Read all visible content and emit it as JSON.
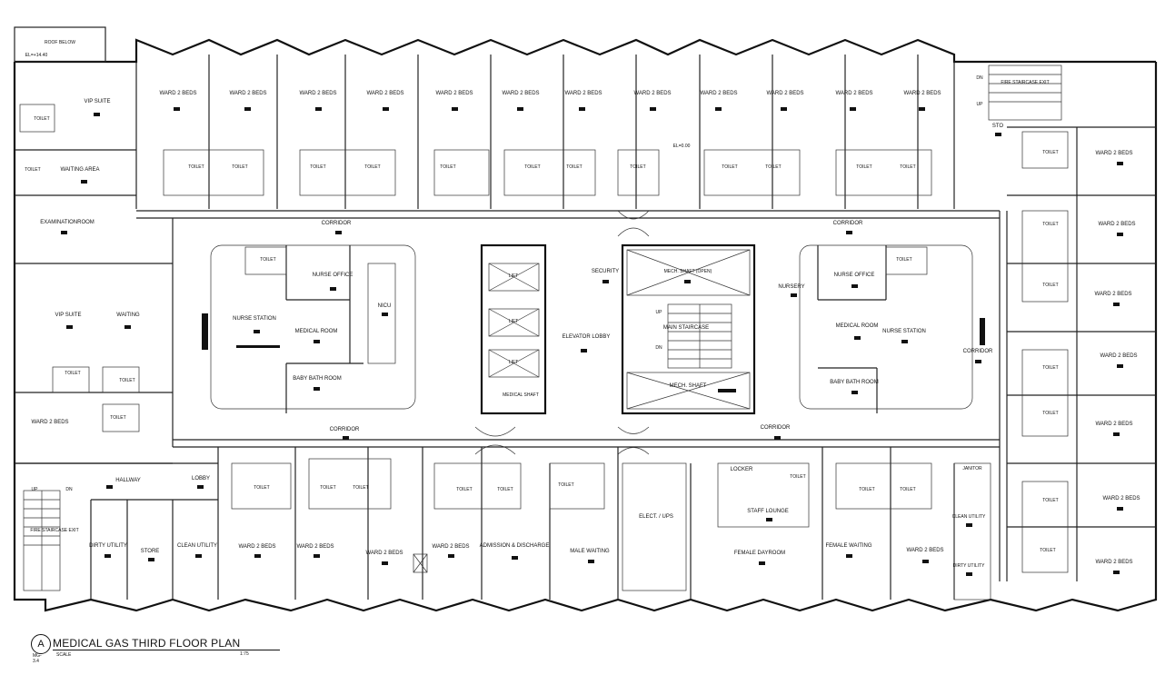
{
  "title": {
    "marker": "A",
    "text": "MEDICAL GAS THIRD FLOOR PLAN",
    "sheet": "MG-3.4",
    "scale_label": "SCALE",
    "scale_value": "1:75"
  },
  "rooms": {
    "roof_below": "ROOF BELOW",
    "roof_el": "EL=+14.40",
    "vip_suite_top": "VIP SUITE",
    "toilet_vip1": "TOILET",
    "toilet_vip2": "TOILET",
    "waiting_area": "WAITING AREA",
    "exam_room": "EXAMINATIONROOM",
    "vip_suite_mid": "VIP SUITE",
    "waiting_left": "WAITING",
    "toilet_l1": "TOILET",
    "toilet_l2": "TOILET",
    "toilet_l3": "TOILET",
    "ward_left": "WARD 2 BEDS",
    "hallway": "HALLWAY",
    "lobby": "LOBBY",
    "fire_stair_left": "FIRE STAIRCASE EXIT",
    "dirty_utility_left": "DIRTY UTILITY",
    "store": "STORE",
    "clean_utility_left": "CLEAN UTILITY",
    "corridor_top_left": "CORRIDOR",
    "corridor_top_right": "CORRIDOR",
    "corridor_bottom_left": "CORRIDOR",
    "corridor_bottom_right": "CORRIDOR",
    "corridor_right": "CORRIDOR",
    "nurse_station_left": "NURSE STATION",
    "nurse_office_left": "NURSE OFFICE",
    "toilet_ns_left": "TOILET",
    "medical_room_left": "MEDICAL ROOM",
    "nicu": "NICU",
    "baby_bath_left": "BABY BATH ROOM",
    "elevator_lobby": "ELEVATOR LOBBY",
    "security": "SECURITY",
    "mech_shaft_top": "MECH. SHAFT (OPEN)",
    "main_staircase": "MAIN STAIRCASE",
    "mech_shaft_bottom": "MECH. SHAFT",
    "medical_shaft": "MEDICAL SHAFT",
    "nursery": "NURSERY",
    "nurse_office_right": "NURSE OFFICE",
    "toilet_ns_right": "TOILET",
    "medical_room_right": "MEDICAL ROOM",
    "nurse_station_right": "NURSE STATION",
    "baby_bath_right": "BABY BATH ROOM",
    "fire_stair_right": "FIRE STAIRCASE EXIT",
    "sto": "STO",
    "admission": "ADMISSION & DISCHARGE",
    "male_waiting": "MALE WAITING",
    "toilet_male": "TOILET",
    "elect_ups": "ELECT. / UPS",
    "locker": "LOCKER",
    "toilet_staff": "TOILET",
    "staff_lounge": "STAFF LOUNGE",
    "female_dayroom": "FEMALE DAYROOM",
    "female_waiting": "FEMALE WAITING",
    "janitor": "JANITOR",
    "clean_utility_right": "CLEAN UTILITY",
    "dirty_utility_right": "DIRTY UTILITY",
    "ward_label": "WARD 2 BEDS",
    "toilet_label": "TOILET",
    "lift_label": "LIFT",
    "el_mark": "EL=0.00",
    "up": "UP",
    "dn": "DN"
  },
  "colors": {
    "line": "#111111",
    "background": "#ffffff"
  }
}
